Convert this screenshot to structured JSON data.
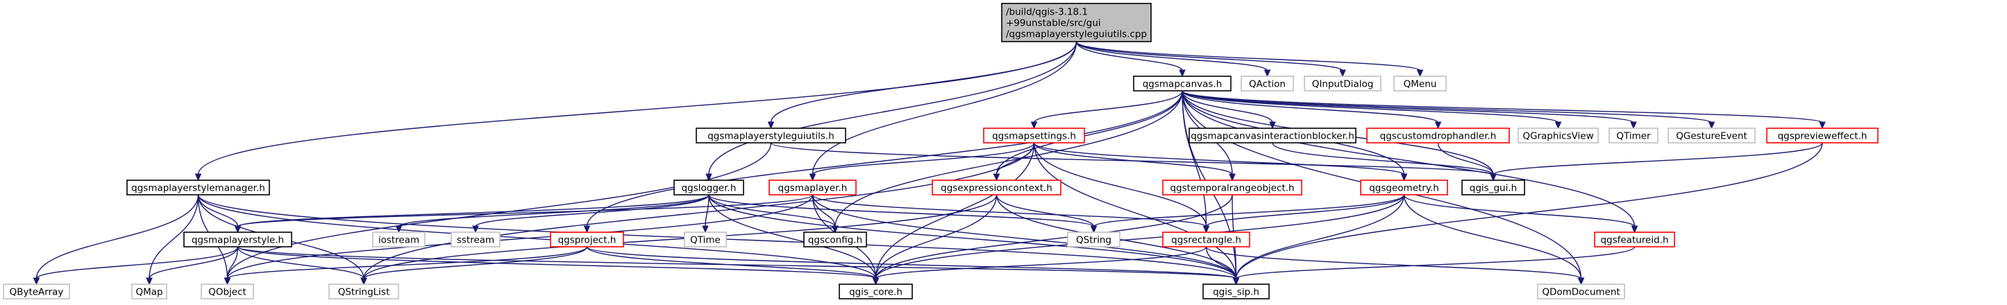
{
  "colors": {
    "edge": "#191970",
    "border_normal": "#000000",
    "border_red": "#ff0000",
    "border_gray": "#bfbfbf",
    "fill_root": "#bfbfbf",
    "fill_default": "#ffffff"
  },
  "nodes": {
    "root": {
      "lines": [
        "/build/qgis-3.18.1",
        "+99unstable/src/gui",
        "/qgsmaplayerstyleguiutils.cpp"
      ],
      "kind": "root"
    },
    "mapcanvas": {
      "lines": [
        "qgsmapcanvas.h"
      ],
      "kind": "normal"
    },
    "qaction": {
      "lines": [
        "QAction"
      ],
      "kind": "gray"
    },
    "qinputdialog": {
      "lines": [
        "QInputDialog"
      ],
      "kind": "gray"
    },
    "qmenu": {
      "lines": [
        "QMenu"
      ],
      "kind": "gray"
    },
    "styleguiutils": {
      "lines": [
        "qgsmaplayerstyleguiutils.h"
      ],
      "kind": "normal"
    },
    "mapsettings": {
      "lines": [
        "qgsmapsettings.h"
      ],
      "kind": "red"
    },
    "interactionblocker": {
      "lines": [
        "qgsmapcanvasinteractionblocker.h"
      ],
      "kind": "normal"
    },
    "customdrophandler": {
      "lines": [
        "qgscustomdrophandler.h"
      ],
      "kind": "red"
    },
    "qgraphicsview": {
      "lines": [
        "QGraphicsView"
      ],
      "kind": "gray"
    },
    "qtimer": {
      "lines": [
        "QTimer"
      ],
      "kind": "gray"
    },
    "qgestureevent": {
      "lines": [
        "QGestureEvent"
      ],
      "kind": "gray"
    },
    "previeweffect": {
      "lines": [
        "qgspreviewеffect.h"
      ],
      "kind": "red"
    },
    "stylemanager": {
      "lines": [
        "qgsmaplayerstylemanager.h"
      ],
      "kind": "normal"
    },
    "logger": {
      "lines": [
        "qgslogger.h"
      ],
      "kind": "normal"
    },
    "maplayer": {
      "lines": [
        "qgsmaplayer.h"
      ],
      "kind": "red"
    },
    "expressioncontext": {
      "lines": [
        "qgsexpressioncontext.h"
      ],
      "kind": "red"
    },
    "temporalrange": {
      "lines": [
        "qgstemporalrangeobject.h"
      ],
      "kind": "red"
    },
    "geometry": {
      "lines": [
        "qgsgeometry.h"
      ],
      "kind": "red"
    },
    "qgisgui": {
      "lines": [
        "qgis_gui.h"
      ],
      "kind": "normal"
    },
    "maplayerstyle": {
      "lines": [
        "qgsmaplayerstyle.h"
      ],
      "kind": "normal"
    },
    "iostream": {
      "lines": [
        "iostream"
      ],
      "kind": "gray"
    },
    "sstream": {
      "lines": [
        "sstream"
      ],
      "kind": "gray"
    },
    "qtime": {
      "lines": [
        "QTime"
      ],
      "kind": "gray"
    },
    "qgsproject": {
      "lines": [
        "qgsproject.h"
      ],
      "kind": "red"
    },
    "qgsconfig": {
      "lines": [
        "qgsconfig.h"
      ],
      "kind": "normal"
    },
    "qstring": {
      "lines": [
        "QString"
      ],
      "kind": "gray"
    },
    "rectangle": {
      "lines": [
        "qgsrectangle.h"
      ],
      "kind": "red"
    },
    "featureid": {
      "lines": [
        "qgsfeatureid.h"
      ],
      "kind": "red"
    },
    "qbytearray": {
      "lines": [
        "QByteArray"
      ],
      "kind": "gray"
    },
    "qmap": {
      "lines": [
        "QMap"
      ],
      "kind": "gray"
    },
    "qobject": {
      "lines": [
        "QObject"
      ],
      "kind": "gray"
    },
    "qstringlist": {
      "lines": [
        "QStringList"
      ],
      "kind": "gray"
    },
    "qgiscore": {
      "lines": [
        "qgis_core.h"
      ],
      "kind": "normal"
    },
    "qgissip": {
      "lines": [
        "qgis_sip.h"
      ],
      "kind": "normal"
    },
    "qdomdocument": {
      "lines": [
        "QDomDocument"
      ],
      "kind": "gray"
    }
  },
  "edges": [
    [
      "root",
      "mapcanvas"
    ],
    [
      "root",
      "qaction"
    ],
    [
      "root",
      "qinputdialog"
    ],
    [
      "root",
      "qmenu"
    ],
    [
      "root",
      "styleguiutils"
    ],
    [
      "root",
      "stylemanager"
    ],
    [
      "root",
      "logger"
    ],
    [
      "root",
      "maplayer"
    ],
    [
      "mapcanvas",
      "mapsettings"
    ],
    [
      "mapcanvas",
      "interactionblocker"
    ],
    [
      "mapcanvas",
      "customdrophandler"
    ],
    [
      "mapcanvas",
      "qgraphicsview"
    ],
    [
      "mapcanvas",
      "qtimer"
    ],
    [
      "mapcanvas",
      "qgestureevent"
    ],
    [
      "mapcanvas",
      "previeweffect"
    ],
    [
      "mapcanvas",
      "qgisgui"
    ],
    [
      "mapcanvas",
      "expressioncontext"
    ],
    [
      "mapcanvas",
      "temporalrange"
    ],
    [
      "mapcanvas",
      "geometry"
    ],
    [
      "mapcanvas",
      "qgsconfig"
    ],
    [
      "mapcanvas",
      "qgsproject"
    ],
    [
      "mapcanvas",
      "rectangle"
    ],
    [
      "mapcanvas",
      "featureid"
    ],
    [
      "mapcanvas",
      "qgissip"
    ],
    [
      "mapcanvas",
      "qdomdocument"
    ],
    [
      "styleguiutils",
      "qobject"
    ],
    [
      "styleguiutils",
      "qgisgui"
    ],
    [
      "mapsettings",
      "maplayer"
    ],
    [
      "mapsettings",
      "expressioncontext"
    ],
    [
      "mapsettings",
      "temporalrange"
    ],
    [
      "mapsettings",
      "geometry"
    ],
    [
      "mapsettings",
      "rectangle"
    ],
    [
      "mapsettings",
      "qgiscore"
    ],
    [
      "mapsettings",
      "qgissip"
    ],
    [
      "mapsettings",
      "qstringlist"
    ],
    [
      "interactionblocker",
      "qgisgui"
    ],
    [
      "customdrophandler",
      "qgisgui"
    ],
    [
      "previeweffect",
      "qgisgui"
    ],
    [
      "previeweffect",
      "qgissip"
    ],
    [
      "stylemanager",
      "maplayerstyle"
    ],
    [
      "stylemanager",
      "qbytearray"
    ],
    [
      "stylemanager",
      "qmap"
    ],
    [
      "stylemanager",
      "qobject"
    ],
    [
      "stylemanager",
      "qstringlist"
    ],
    [
      "stylemanager",
      "qgiscore"
    ],
    [
      "stylemanager",
      "qgissip"
    ],
    [
      "logger",
      "iostream"
    ],
    [
      "logger",
      "sstream"
    ],
    [
      "logger",
      "qtime"
    ],
    [
      "logger",
      "qgsconfig"
    ],
    [
      "logger",
      "qstring"
    ],
    [
      "logger",
      "qgiscore"
    ],
    [
      "logger",
      "qgissip"
    ],
    [
      "logger",
      "maplayerstyle"
    ],
    [
      "maplayer",
      "maplayerstyle"
    ],
    [
      "maplayer",
      "qgsconfig"
    ],
    [
      "maplayer",
      "qgiscore"
    ],
    [
      "maplayer",
      "qgissip"
    ],
    [
      "maplayer",
      "rectangle"
    ],
    [
      "maplayer",
      "qobject"
    ],
    [
      "expressioncontext",
      "qstring"
    ],
    [
      "expressioncontext",
      "qgiscore"
    ],
    [
      "expressioncontext",
      "qgissip"
    ],
    [
      "expressioncontext",
      "qstringlist"
    ],
    [
      "temporalrange",
      "qgiscore"
    ],
    [
      "temporalrange",
      "qgissip"
    ],
    [
      "geometry",
      "qstring"
    ],
    [
      "geometry",
      "rectangle"
    ],
    [
      "geometry",
      "featureid"
    ],
    [
      "geometry",
      "qgiscore"
    ],
    [
      "geometry",
      "qgissip"
    ],
    [
      "geometry",
      "qdomdocument"
    ],
    [
      "maplayerstyle",
      "qbytearray"
    ],
    [
      "maplayerstyle",
      "qmap"
    ],
    [
      "maplayerstyle",
      "qobject"
    ],
    [
      "maplayerstyle",
      "qstringlist"
    ],
    [
      "maplayerstyle",
      "qgiscore"
    ],
    [
      "maplayerstyle",
      "qgissip"
    ],
    [
      "qgsproject",
      "qgiscore"
    ],
    [
      "qgsproject",
      "qgissip"
    ],
    [
      "qgsproject",
      "qobject"
    ],
    [
      "qgsproject",
      "qstringlist"
    ],
    [
      "rectangle",
      "qgiscore"
    ],
    [
      "rectangle",
      "qdomdocument"
    ],
    [
      "rectangle",
      "qgissip"
    ],
    [
      "featureid",
      "qgissip"
    ]
  ]
}
